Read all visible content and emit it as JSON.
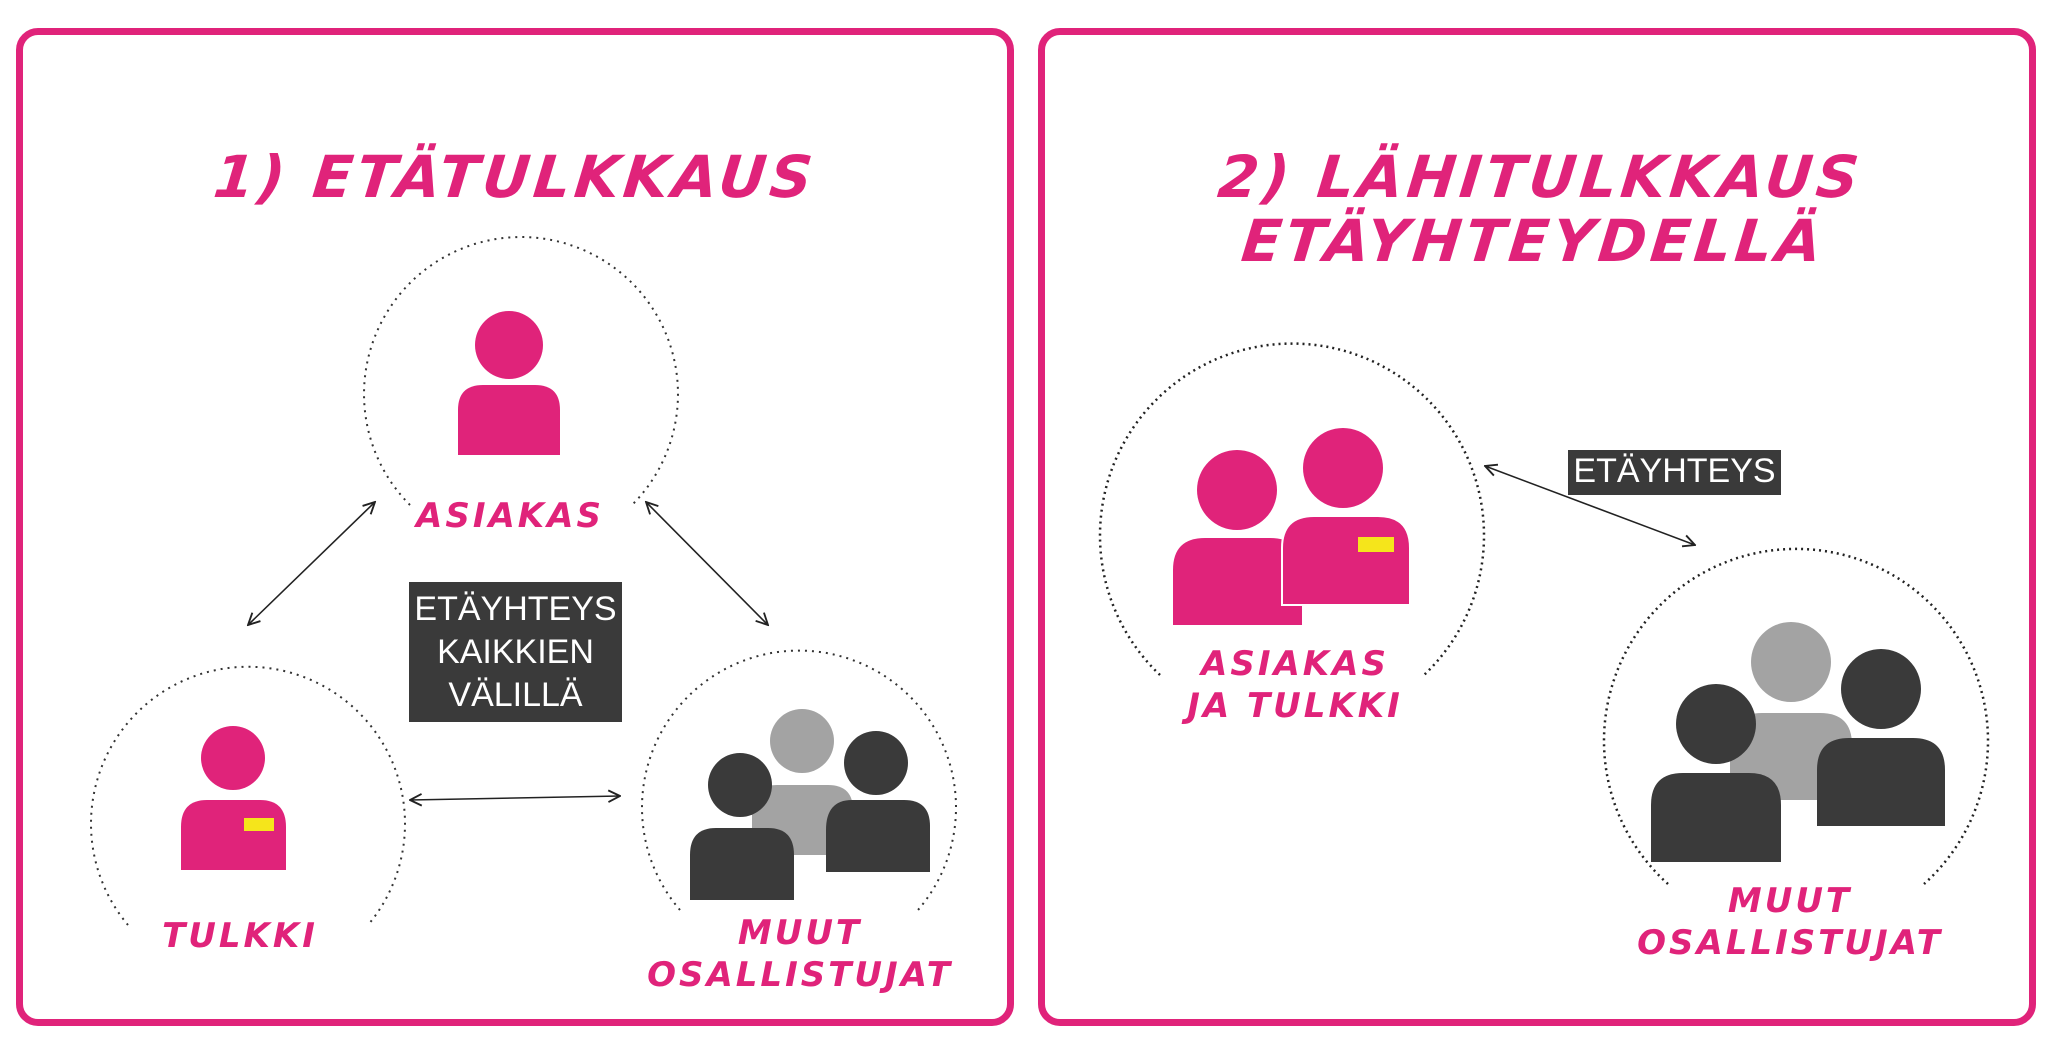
{
  "colors": {
    "accent": "#e0237a",
    "dark": "#3a3a3a",
    "grey": "#a3a3a3",
    "badge": "#f5e51b",
    "arrow": "#222222"
  },
  "panel1": {
    "title": "1) ETÄTULKKAUS",
    "nodes": {
      "asiakas": "ASIAKAS",
      "tulkki": "TULKKI",
      "muut_line1": "MUUT",
      "muut_line2": "OSALLISTUJAT"
    },
    "connection": {
      "line1": "ETÄYHTEYS",
      "line2": "KAIKKIEN",
      "line3": "VÄLILLÄ"
    }
  },
  "panel2": {
    "title_line1": "2) LÄHITULKKAUS",
    "title_line2": "ETÄYHTEYDELLÄ",
    "nodes": {
      "asiakas_line1": "ASIAKAS",
      "asiakas_line2": "JA TULKKI",
      "muut_line1": "MUUT",
      "muut_line2": "OSALLISTUJAT"
    },
    "connection": {
      "label": "ETÄYHTEYS"
    }
  },
  "icons": [
    "person-icon",
    "interpreter-icon",
    "group-icon",
    "client-and-interpreter-icon",
    "double-arrow-icon"
  ]
}
